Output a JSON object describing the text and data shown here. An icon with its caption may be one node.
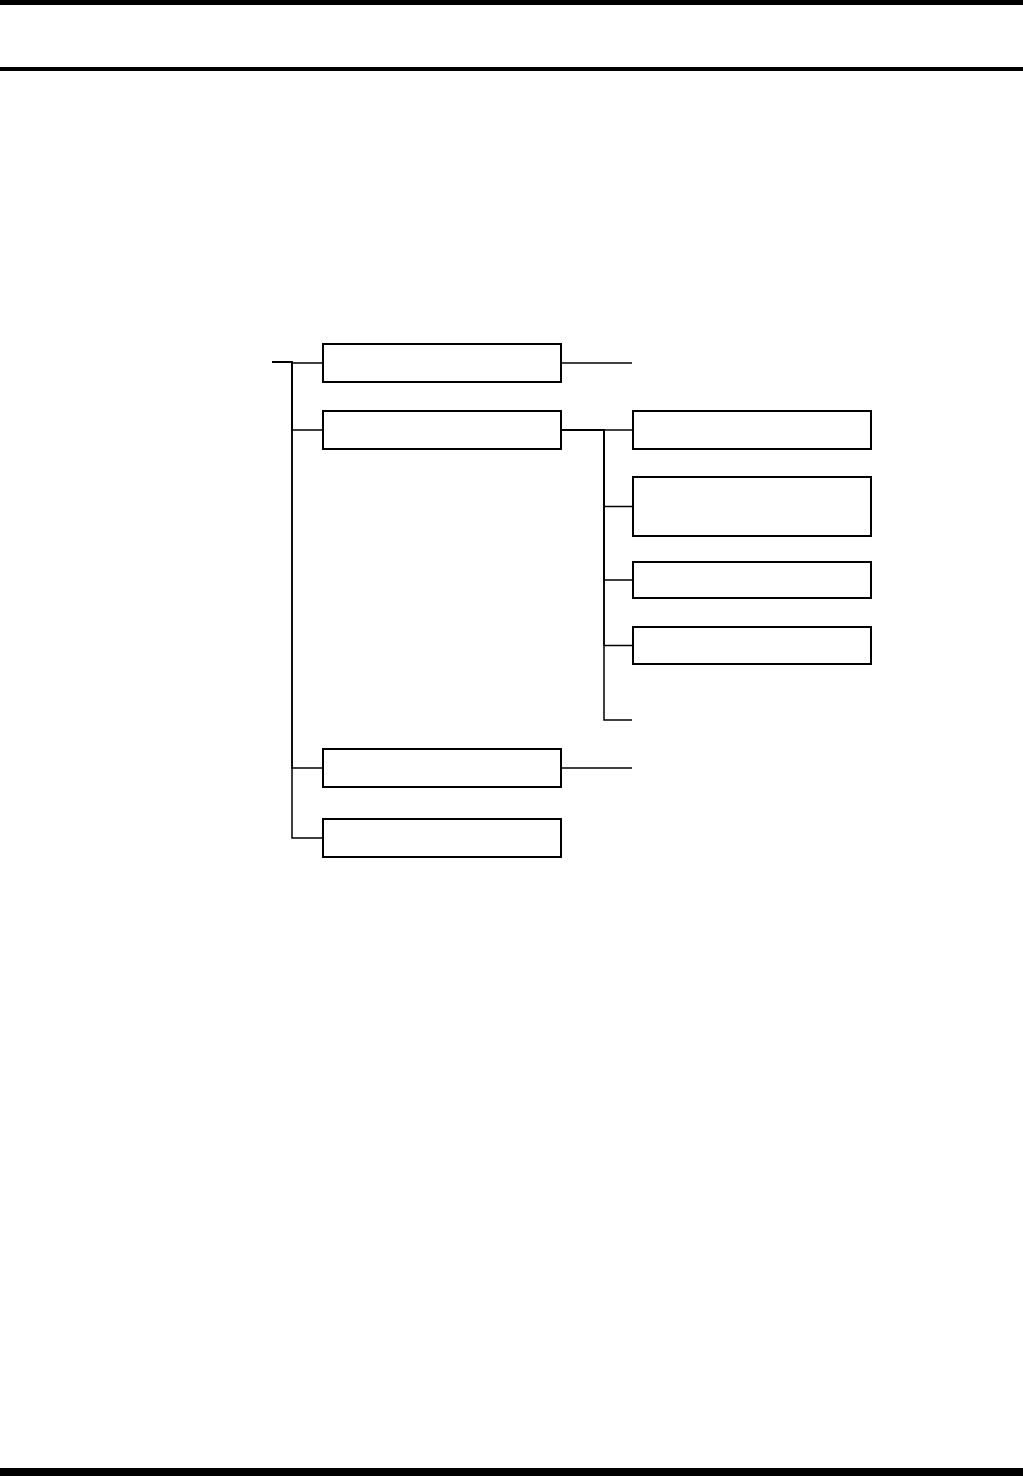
{
  "diagram": {
    "nodes": [
      {
        "text": [],
        "shape": "box"
      },
      {
        "text": [],
        "shape": "box"
      },
      {
        "text": [],
        "shape": "box"
      },
      {
        "text": [],
        "shape": "box"
      },
      {
        "text": [],
        "shape": "box"
      },
      {
        "text": [],
        "shape": "box"
      },
      {
        "text": [],
        "shape": "box"
      },
      {
        "text": [],
        "shape": "box"
      }
    ],
    "edges": [
      {
        "from": null,
        "to": 0,
        "arrow": "none"
      },
      {
        "from": null,
        "to": 1,
        "arrow": "none"
      },
      {
        "from": null,
        "to": 6,
        "arrow": "none"
      },
      {
        "from": null,
        "to": 7,
        "arrow": "none"
      },
      {
        "from": 0,
        "to": null,
        "arrow": "none"
      },
      {
        "from": 1,
        "to": 2,
        "arrow": "none"
      },
      {
        "from": 1,
        "to": 3,
        "arrow": "none"
      },
      {
        "from": 1,
        "to": 4,
        "arrow": "none"
      },
      {
        "from": 1,
        "to": 5,
        "arrow": "none"
      },
      {
        "from": 1,
        "to": null,
        "arrow": "none"
      },
      {
        "from": 6,
        "to": null,
        "arrow": "none"
      }
    ]
  }
}
